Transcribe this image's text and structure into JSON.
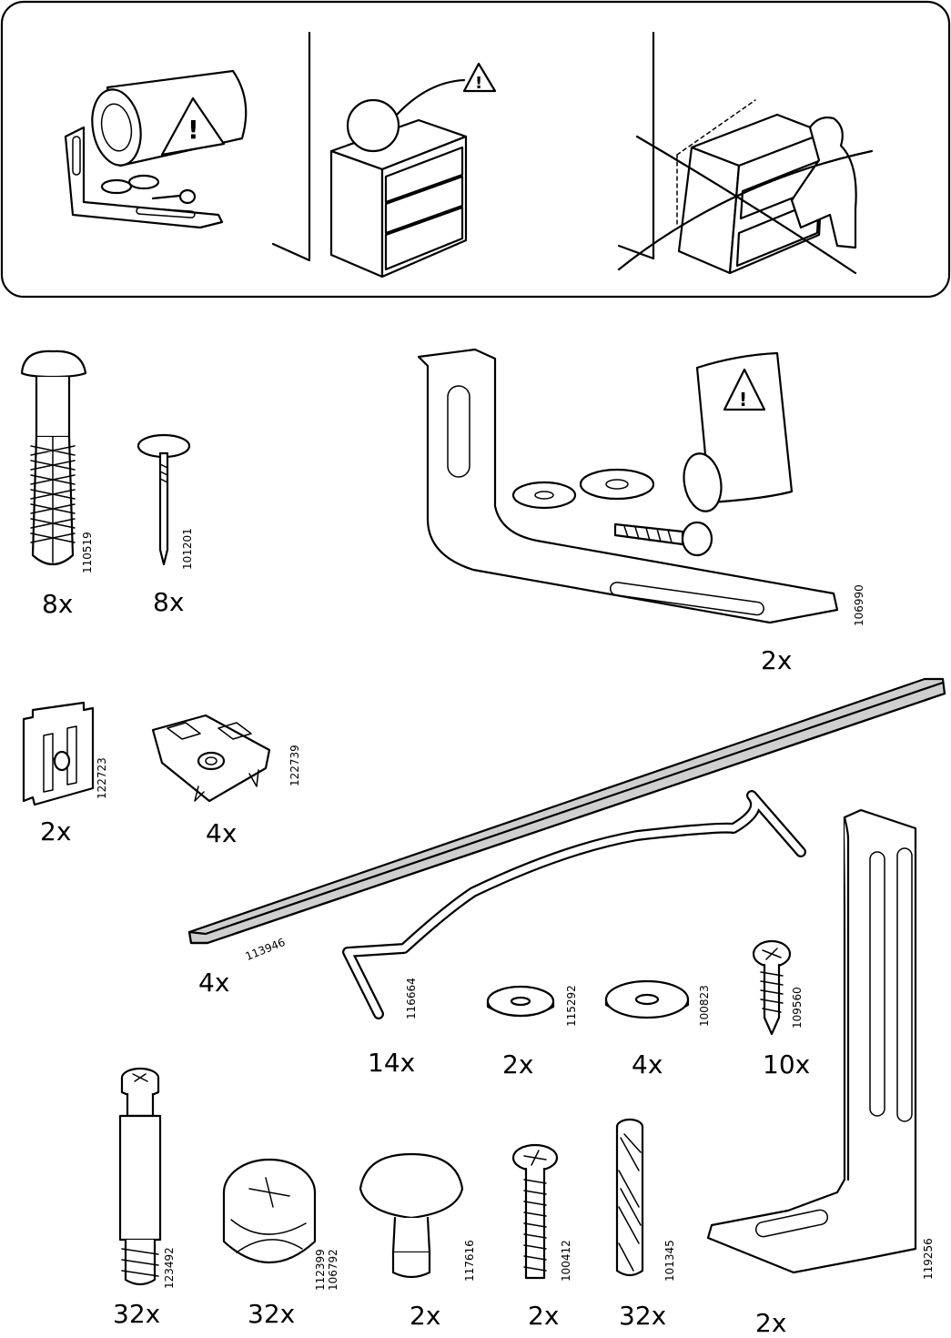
{
  "warning_panel": {
    "icon": "warning-triangle-icon"
  },
  "parts": [
    {
      "id": "p110519",
      "code": "110519",
      "qty": "8x",
      "name": "plastic wall plug"
    },
    {
      "id": "p101201",
      "code": "101201",
      "qty": "8x",
      "name": "nail"
    },
    {
      "id": "p106990",
      "code": "106990",
      "qty": "2x",
      "name": "wall anchoring bracket kit"
    },
    {
      "id": "p122723",
      "code": "122723",
      "qty": "2x",
      "name": "metal clip"
    },
    {
      "id": "p122739",
      "code": "122739",
      "qty": "4x",
      "name": "drawer stop clip"
    },
    {
      "id": "p113946",
      "code": "113946",
      "qty": "4x",
      "name": "drawer rail"
    },
    {
      "id": "p116664",
      "code": "116664",
      "qty": "14x",
      "name": "wire rod"
    },
    {
      "id": "p115292",
      "code": "115292",
      "qty": "2x",
      "name": "small washer"
    },
    {
      "id": "p100823",
      "code": "100823",
      "qty": "4x",
      "name": "large washer"
    },
    {
      "id": "p109560",
      "code": "109560",
      "qty": "10x",
      "name": "wood screw"
    },
    {
      "id": "p123492",
      "code": "123492",
      "qty": "32x",
      "name": "cam bolt"
    },
    {
      "id": "p112399",
      "code": "112399",
      "code2": "106792",
      "qty": "32x",
      "name": "cam lock nut"
    },
    {
      "id": "p117616",
      "code": "117616",
      "qty": "2x",
      "name": "knob"
    },
    {
      "id": "p100412",
      "code": "100412",
      "qty": "2x",
      "name": "machine screw"
    },
    {
      "id": "p101345",
      "code": "101345",
      "qty": "32x",
      "name": "wooden dowel"
    },
    {
      "id": "p119256",
      "code": "119256",
      "qty": "2x",
      "name": "L bracket"
    }
  ]
}
